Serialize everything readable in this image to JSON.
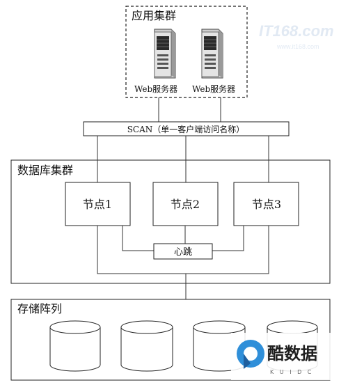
{
  "app_cluster": {
    "title": "应用集群",
    "servers": [
      {
        "label": "Web服务器",
        "icon": "server-tower-icon"
      },
      {
        "label": "Web服务器",
        "icon": "server-tower-icon"
      }
    ]
  },
  "scan": {
    "label": "SCAN（单一客户端访问名称）"
  },
  "db_cluster": {
    "title": "数据库集群",
    "nodes": [
      {
        "label": "节点1"
      },
      {
        "label": "节点2"
      },
      {
        "label": "节点3"
      }
    ],
    "heartbeat": "心跳"
  },
  "storage": {
    "title": "存储阵列",
    "disks": [
      {
        "icon": "disk-cylinder-icon"
      },
      {
        "icon": "disk-cylinder-icon"
      },
      {
        "icon": "disk-cylinder-icon"
      },
      {
        "icon": "disk-cylinder-icon"
      }
    ]
  },
  "watermarks": {
    "top_right": "IT168.com",
    "top_right_url": "www.it168.com",
    "bottom_right_logo": "酷数据",
    "bottom_right_sub": "K U I D C"
  },
  "colors": {
    "line": "#333333",
    "box_border": "#222222",
    "watermark": "#c9d8ea",
    "logo_blue": "#2f8fd9",
    "logo_text": "#1f1f1f"
  }
}
